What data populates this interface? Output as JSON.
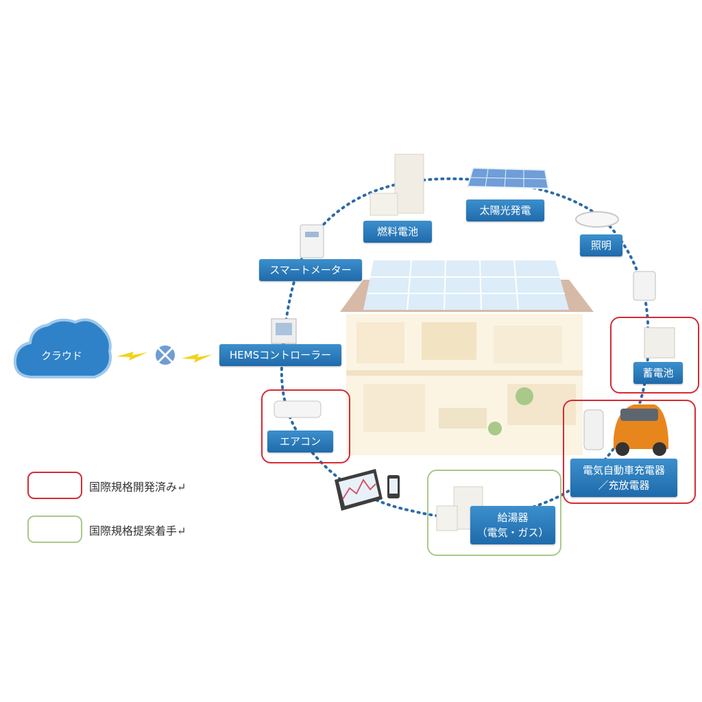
{
  "cloud": {
    "label": "クラウド"
  },
  "devices": {
    "fuel_cell": "燃料電池",
    "solar": "太陽光発電",
    "lighting": "照明",
    "smart_meter": "スマートメーター",
    "hems": "HEMSコントローラー",
    "aircon": "エアコン",
    "battery": "蓄電池",
    "ev_line1": "電気自動車充電器",
    "ev_line2": "／充放電器",
    "water_heater_line1": "給湯器",
    "water_heater_line2": "（電気・ガス）"
  },
  "legend": {
    "developed": "国際規格開発済み↵",
    "proposed": "国際規格提案着手↵"
  },
  "colors": {
    "tag_blue": "#2a7cc0",
    "red_frame": "#d42a34",
    "green_frame": "#a8c98a",
    "dotted_line": "#2b6aa8",
    "cloud": "#2f82c8"
  }
}
